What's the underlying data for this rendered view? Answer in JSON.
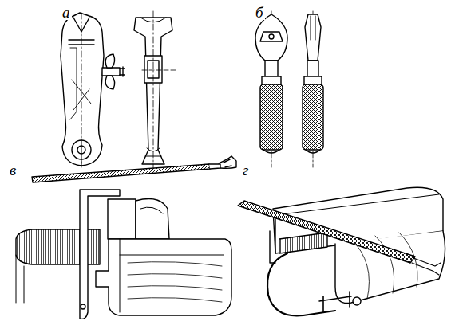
{
  "diagram": {
    "labels": [
      "а",
      "б",
      "в",
      "г"
    ]
  }
}
